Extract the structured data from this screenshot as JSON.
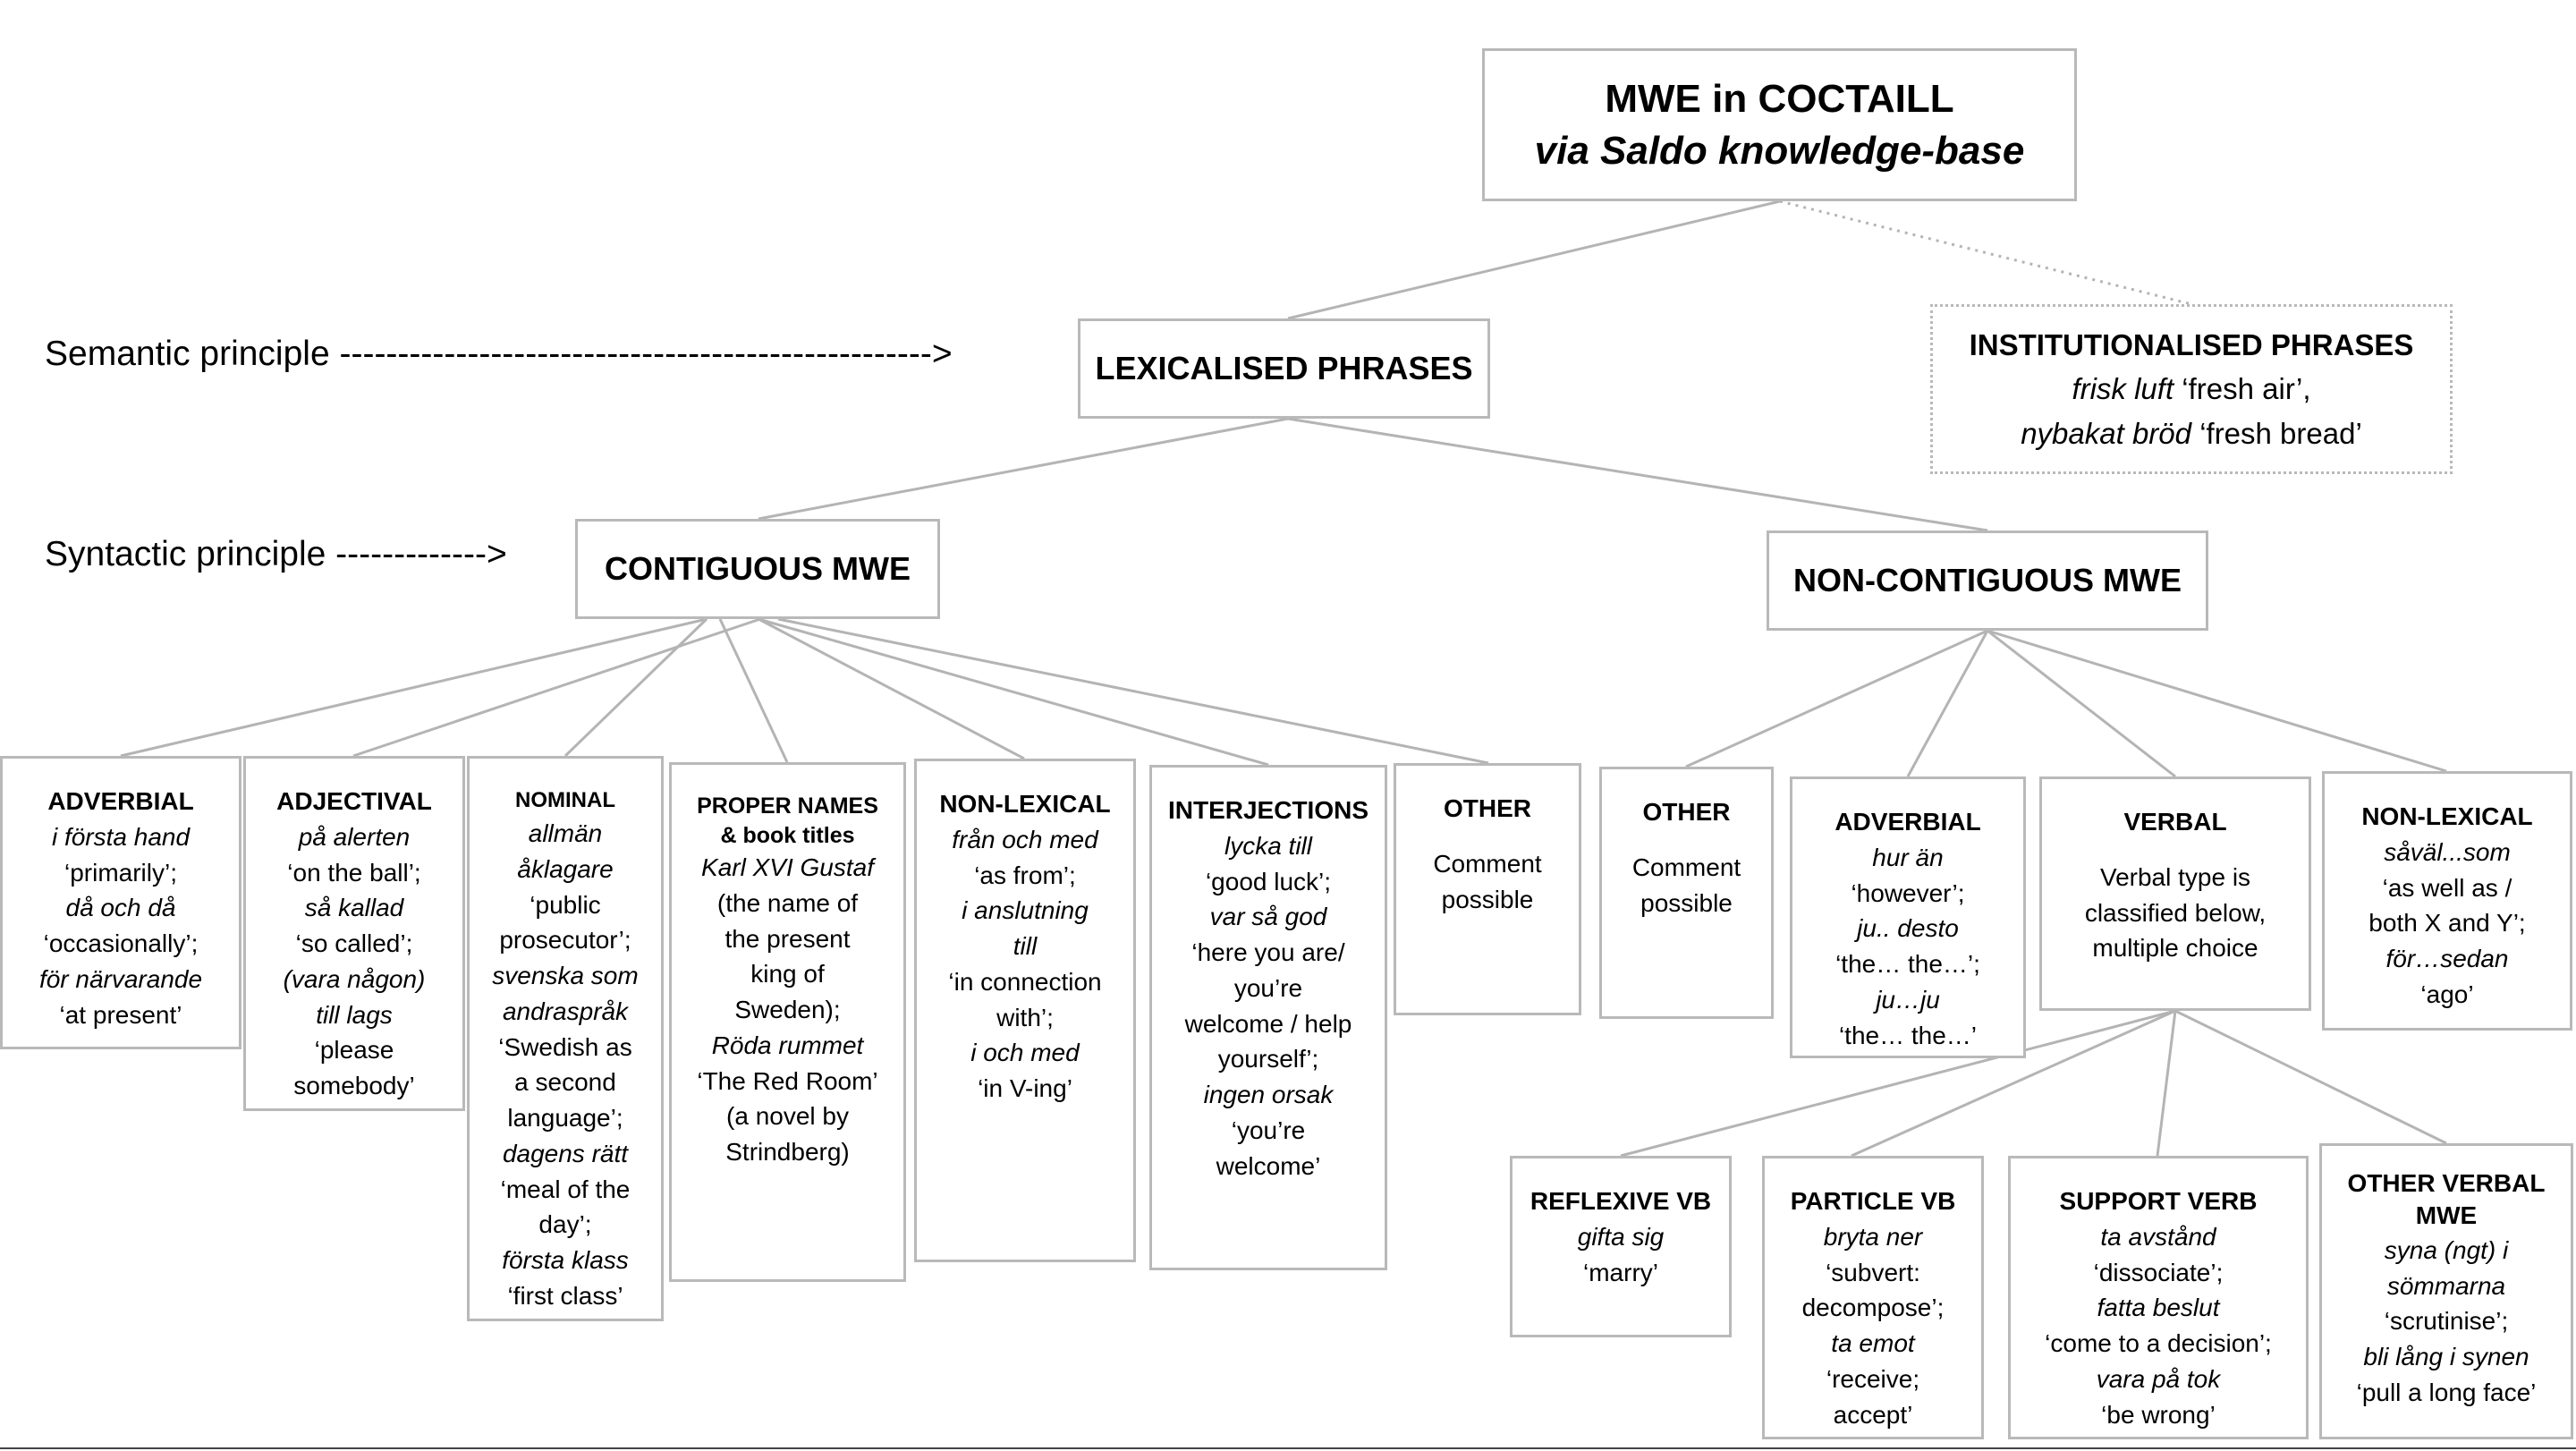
{
  "principles": {
    "semantic": "Semantic principle --------------------------------------------------->",
    "syntactic": "Syntactic principle ------------->"
  },
  "root": {
    "title": "MWE in COCTAILL",
    "subtitle": "via Saldo knowledge-base"
  },
  "lexicalised": {
    "title": "LEXICALISED PHRASES"
  },
  "institutionalised": {
    "title": "INSTITUTIONALISED PHRASES",
    "ex1": "frisk luft",
    "gl1": "‘fresh air’,",
    "ex2": "nybakat bröd",
    "gl2": "‘fresh bread’"
  },
  "contiguous": {
    "title": "CONTIGUOUS MWE"
  },
  "noncontiguous": {
    "title": "NON-CONTIGUOUS MWE"
  },
  "categories": {
    "adverbial": {
      "title": "ADVERBIAL",
      "lines": [
        "i första hand",
        "‘primarily’;",
        "då och då",
        "‘occasionally’;",
        "för närvarande",
        "‘at present’"
      ]
    },
    "adjectival": {
      "title": "ADJECTIVAL",
      "lines": [
        "på alerten",
        "‘on the ball’;",
        "så kallad",
        "‘so called’;",
        "(vara någon)",
        "till lags",
        "‘please",
        "somebody’"
      ]
    },
    "nominal": {
      "title": "NOMINAL",
      "lines": [
        "allmän",
        "åklagare",
        "‘public",
        "prosecutor’;",
        "svenska som",
        "andraspråk",
        "‘Swedish as",
        "a second",
        "language’;",
        "dagens rätt",
        "‘meal of the",
        "day’;",
        "första klass",
        "‘first class’"
      ]
    },
    "proper_names": {
      "title1": "PROPER NAMES",
      "title2": "& book titles",
      "lines": [
        "Karl XVI Gustaf",
        "(the name of",
        "the present",
        "king of",
        "Sweden);",
        "Röda rummet",
        "‘The Red Room’",
        "(a novel by",
        "Strindberg)"
      ]
    },
    "nonlexical_c": {
      "title": "NON-LEXICAL",
      "lines": [
        "från och med",
        "‘as from’;",
        "i anslutning",
        "till",
        "‘in connection",
        "with’;",
        "i och med",
        "‘in V-ing’"
      ]
    },
    "interjections": {
      "title": "INTERJECTIONS",
      "lines": [
        "lycka till",
        "‘good luck’;",
        "var så god",
        "‘here you are/",
        "you’re",
        "welcome / help",
        "yourself’;",
        "ingen orsak",
        "‘you’re",
        "welcome’"
      ]
    },
    "other_c": {
      "title": "OTHER",
      "lines": [
        "Comment",
        "possible"
      ]
    },
    "other_n": {
      "title": "OTHER",
      "lines": [
        "Comment",
        "possible"
      ]
    },
    "adverbial_n": {
      "title": "ADVERBIAL",
      "lines": [
        "hur än",
        "‘however’;",
        "ju.. desto",
        "‘the… the…’;",
        "ju…ju",
        "‘the… the…’"
      ]
    },
    "verbal": {
      "title": "VERBAL",
      "lines": [
        "Verbal type is",
        "classified below,",
        "multiple choice"
      ]
    },
    "nonlexical_n": {
      "title": "NON-LEXICAL",
      "lines": [
        "såväl...som",
        "‘as well as /",
        "both X and Y’;",
        "för…sedan",
        "‘ago’"
      ]
    },
    "reflexive": {
      "title": "REFLEXIVE VB",
      "lines": [
        "gifta sig",
        "‘marry’"
      ]
    },
    "particle": {
      "title": "PARTICLE VB",
      "lines": [
        "bryta ner",
        "‘subvert:",
        "decompose’;",
        "ta emot",
        "‘receive;",
        "accept’"
      ]
    },
    "support": {
      "title": "SUPPORT VERB",
      "lines": [
        "ta avstånd",
        "‘dissociate’;",
        "fatta beslut",
        "‘come to a decision’;",
        "vara på tok",
        "‘be wrong’"
      ]
    },
    "other_verbal": {
      "title1": "OTHER VERBAL",
      "title2": "MWE",
      "lines": [
        "syna (ngt) i",
        "sömmarna",
        "‘scrutinise’;",
        "bli lång i synen",
        "‘pull a long face’"
      ]
    }
  }
}
